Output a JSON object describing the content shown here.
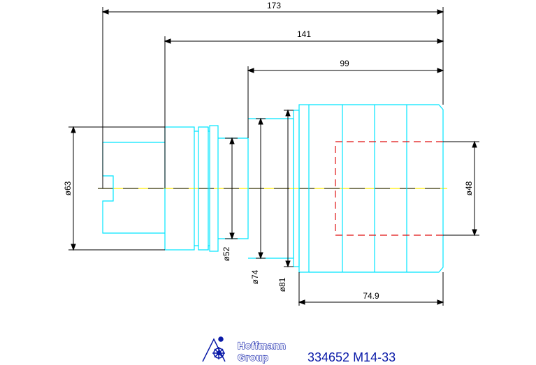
{
  "dimensions": {
    "overall_length": "173",
    "length_from_flange": "141",
    "length_from_shoulder": "99",
    "collet_length": "74.9",
    "dia_taper": "ø63",
    "dia_neck": "ø52",
    "dia_shoulder": "ø74",
    "dia_flange": "ø81",
    "dia_bore": "ø48"
  },
  "footer": {
    "logo_line1": "Hoffmann",
    "logo_line2": "Group",
    "part_code": "334652 M14-33"
  },
  "colors": {
    "outline": "#00e5ff",
    "dimension": "#000000",
    "hidden_bore": "#e01010",
    "centerline_yellow": "#ffee00",
    "brand_blue": "#0a1aa8"
  }
}
